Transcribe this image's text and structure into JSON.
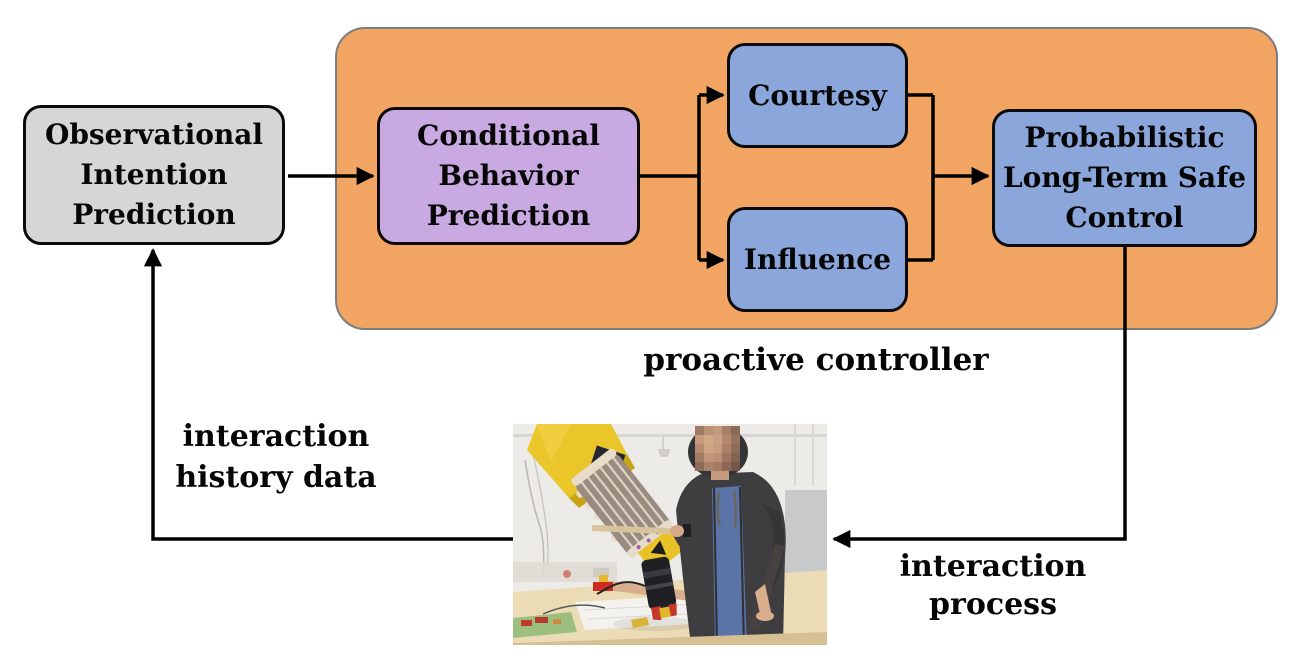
{
  "figure": {
    "nodes": {
      "observational": "Observational\nIntention\nPrediction",
      "conditional": "Conditional\nBehavior\nPrediction",
      "courtesy": "Courtesy",
      "influence": "Influence",
      "probabilistic": "Probabilistic\nLong-Term Safe\nControl"
    },
    "labels": {
      "proactive_controller": "proactive controller",
      "interaction_history": "interaction\nhistory data",
      "interaction_process": "interaction process"
    },
    "edges": [
      {
        "from": "observational",
        "to": "conditional"
      },
      {
        "from": "conditional",
        "to": "courtesy"
      },
      {
        "from": "conditional",
        "to": "influence"
      },
      {
        "from": "courtesy",
        "to": "probabilistic"
      },
      {
        "from": "influence",
        "to": "probabilistic"
      },
      {
        "from": "probabilistic",
        "to": "interaction-photo",
        "label": "interaction process"
      },
      {
        "from": "interaction-photo",
        "to": "observational",
        "label": "interaction history data"
      }
    ],
    "photo": {
      "alt": "Yellow robot arm with striped tactile sleeve and black gripper working with building blocks on a table, next to a person in a dark hoodie and blue shirt with pixelated face"
    },
    "colors": {
      "container": "#F2A463",
      "node_gray": "#D6D6D6",
      "node_purple": "#C9A9E1",
      "node_blue": "#8BA6DB",
      "arrow": "#000000"
    }
  }
}
